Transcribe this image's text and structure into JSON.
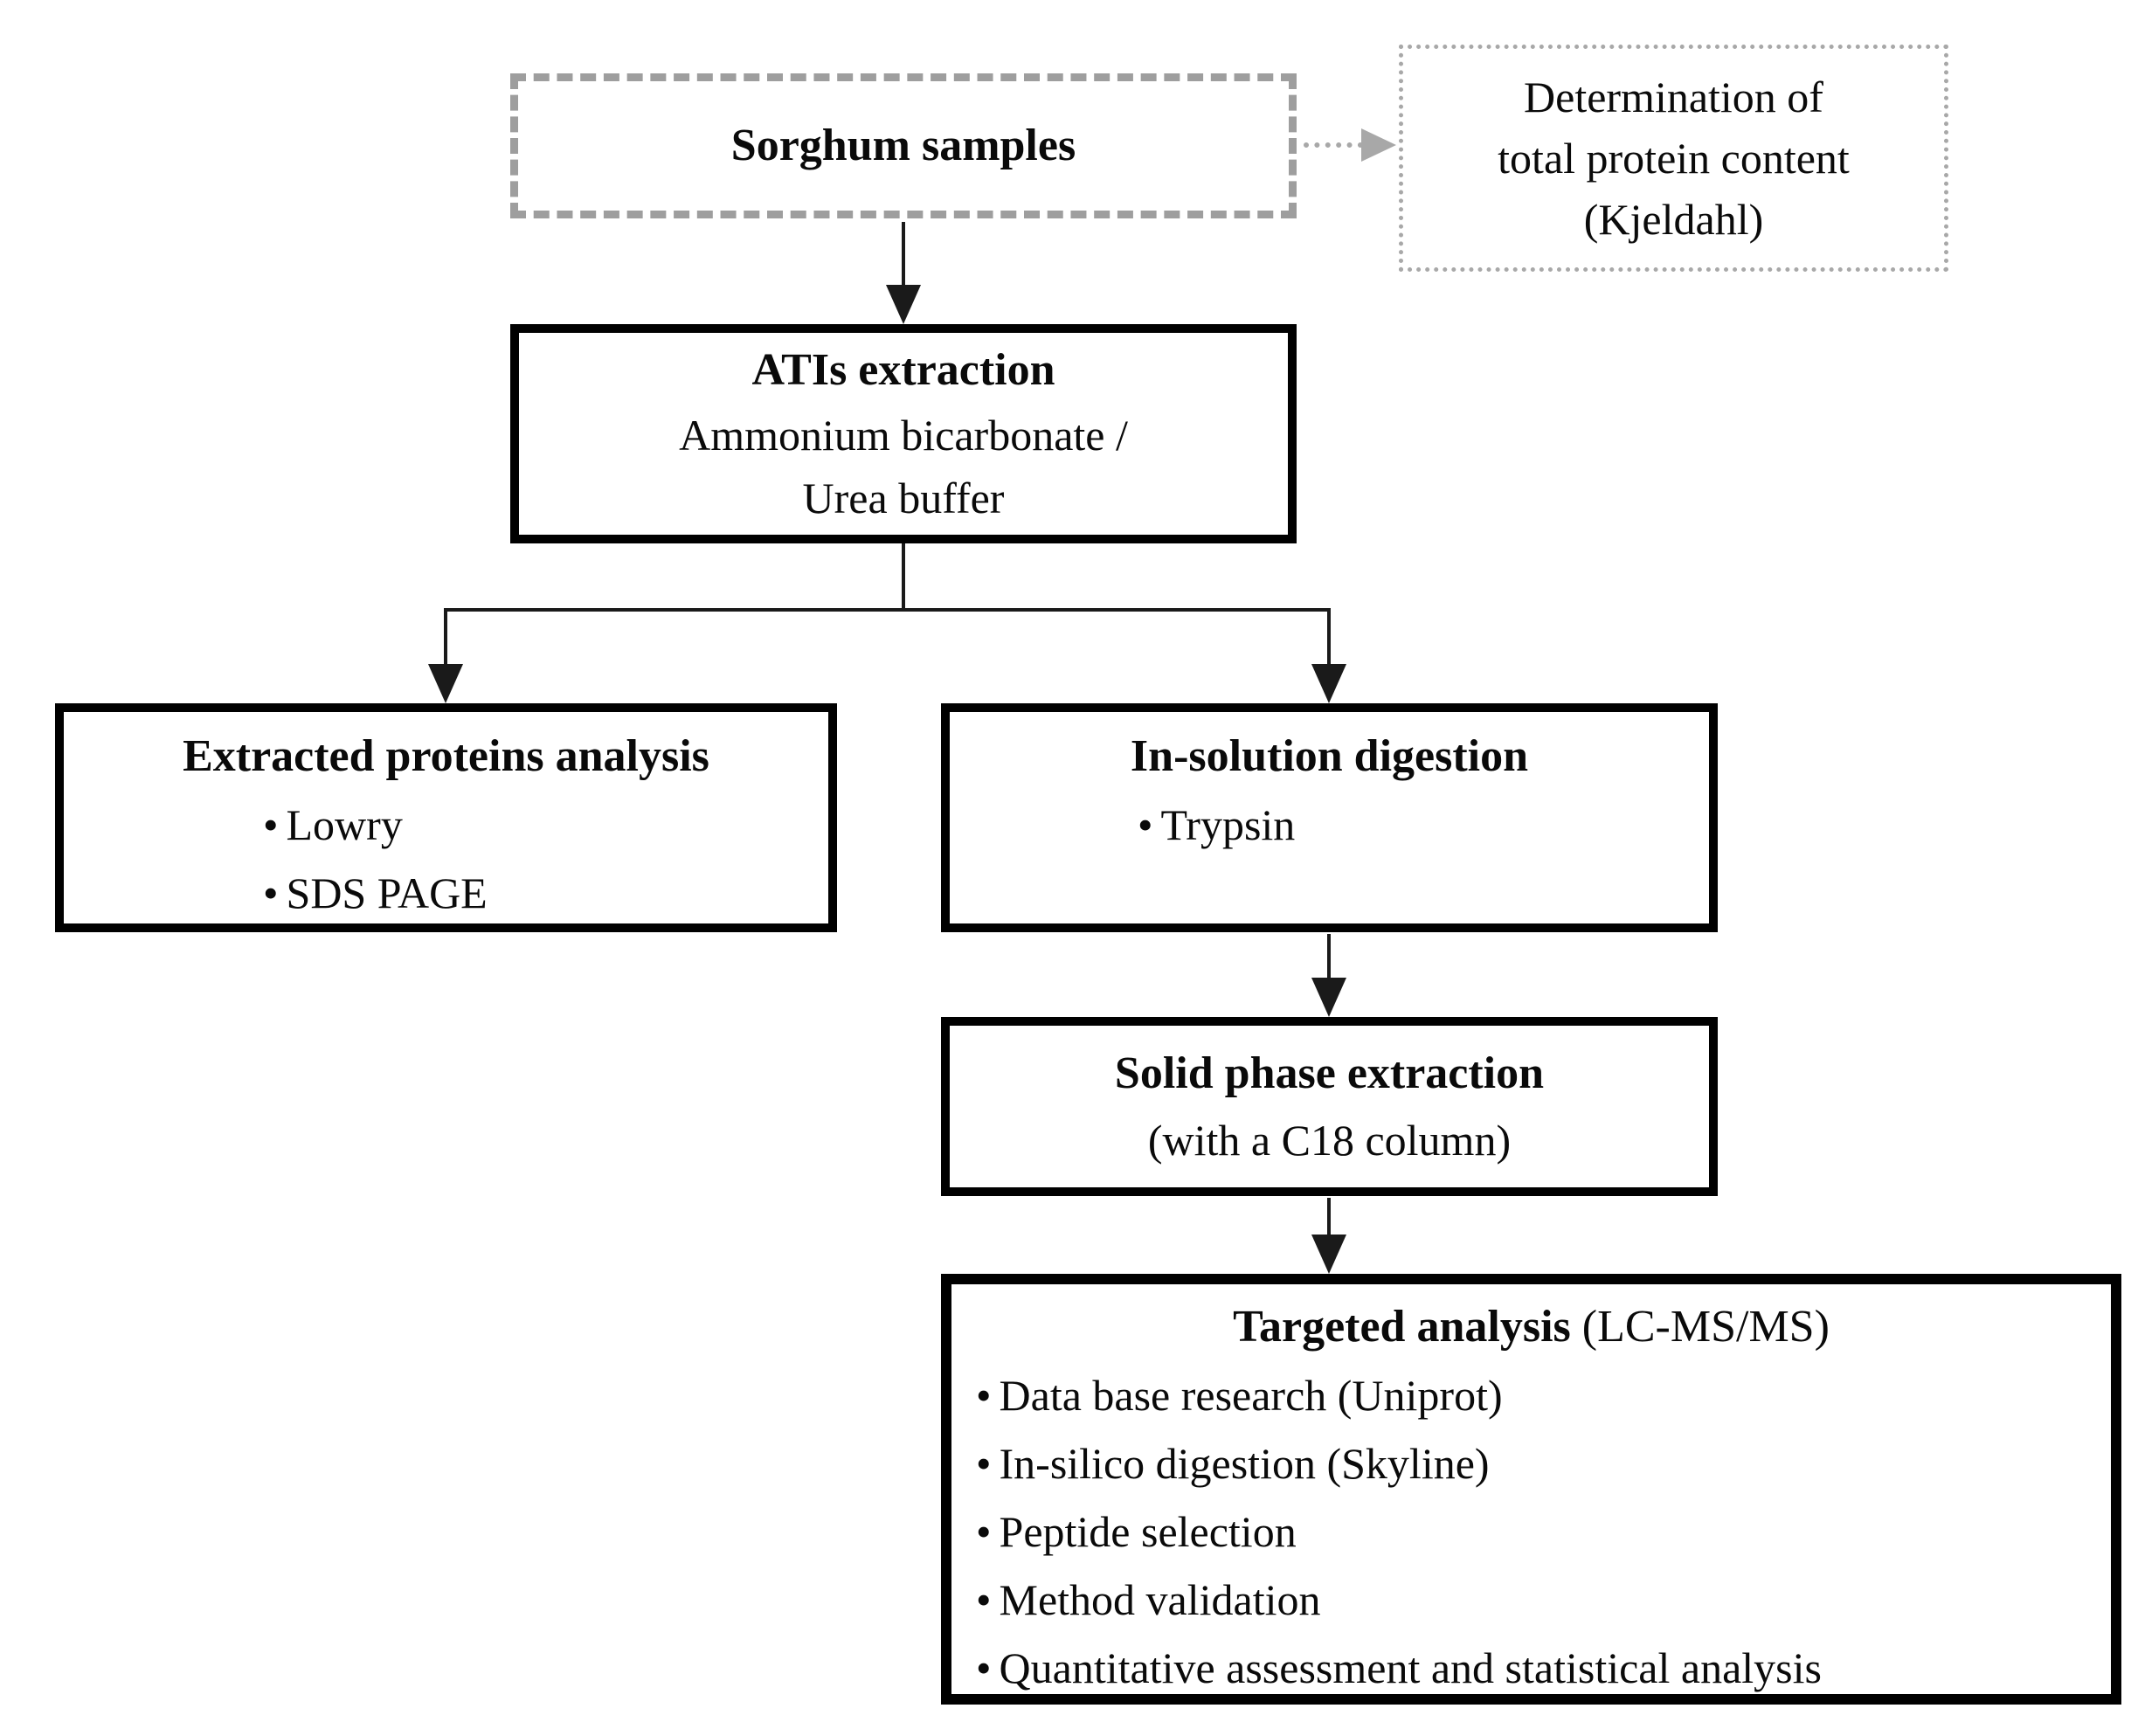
{
  "nodes": {
    "sorghum": {
      "title": "Sorghum samples"
    },
    "kjeldahl": {
      "line1": "Determination of",
      "line2": "total protein content",
      "line3": "(Kjeldahl)"
    },
    "atis": {
      "title": "ATIs extraction",
      "line1": "Ammonium bicarbonate /",
      "line2": "Urea buffer"
    },
    "extracted": {
      "title": "Extracted proteins analysis",
      "bullets": [
        "Lowry",
        "SDS PAGE"
      ]
    },
    "insolution": {
      "title": "In-solution digestion",
      "bullets": [
        "Trypsin"
      ]
    },
    "spe": {
      "title": "Solid phase extraction",
      "subtitle": "(with a C18 column)"
    },
    "targeted": {
      "title_bold": "Targeted analysis",
      "title_rest": " (LC-MS/MS)",
      "bullets": [
        "Data base research (Uniprot)",
        "In-silico digestion (Skyline)",
        "Peptide selection",
        "Method validation",
        "Quantitative assessment and statistical analysis"
      ]
    }
  },
  "colors": {
    "background": "#ffffff",
    "text": "#0a0a0a",
    "solid_box_border": "#000000",
    "dashed_box_border": "#9e9e9e",
    "dotted_box_border": "#a8a8a8",
    "arrow": "#1a1a1a",
    "gray_arrow": "#a8a8a8"
  }
}
